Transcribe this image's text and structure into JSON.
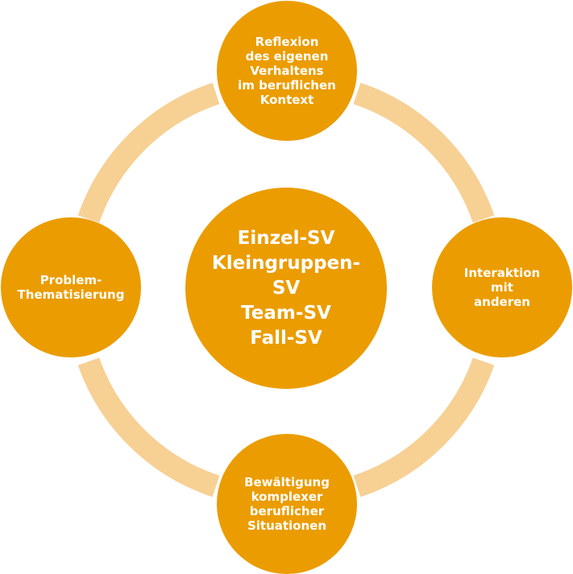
{
  "colors": {
    "node_fill": "#EB9C00",
    "ring_fill": "#F7D094",
    "text": "#FFFFFF"
  },
  "center": {
    "lines": [
      "Einzel-SV",
      "Kleingruppen-",
      "SV",
      "Team-SV",
      "Fall-SV"
    ]
  },
  "nodes": {
    "top": {
      "lines": [
        "Reflexion",
        "des eigenen",
        "Verhaltens",
        "im beruflichen",
        "Kontext"
      ]
    },
    "right": {
      "lines": [
        "Interaktion",
        "mit",
        "anderen"
      ]
    },
    "bottom": {
      "lines": [
        "Bewältigung",
        "komplexer",
        "beruflicher",
        "Situationen"
      ]
    },
    "left": {
      "lines": [
        "Problem-",
        "Thematisierung"
      ]
    }
  }
}
